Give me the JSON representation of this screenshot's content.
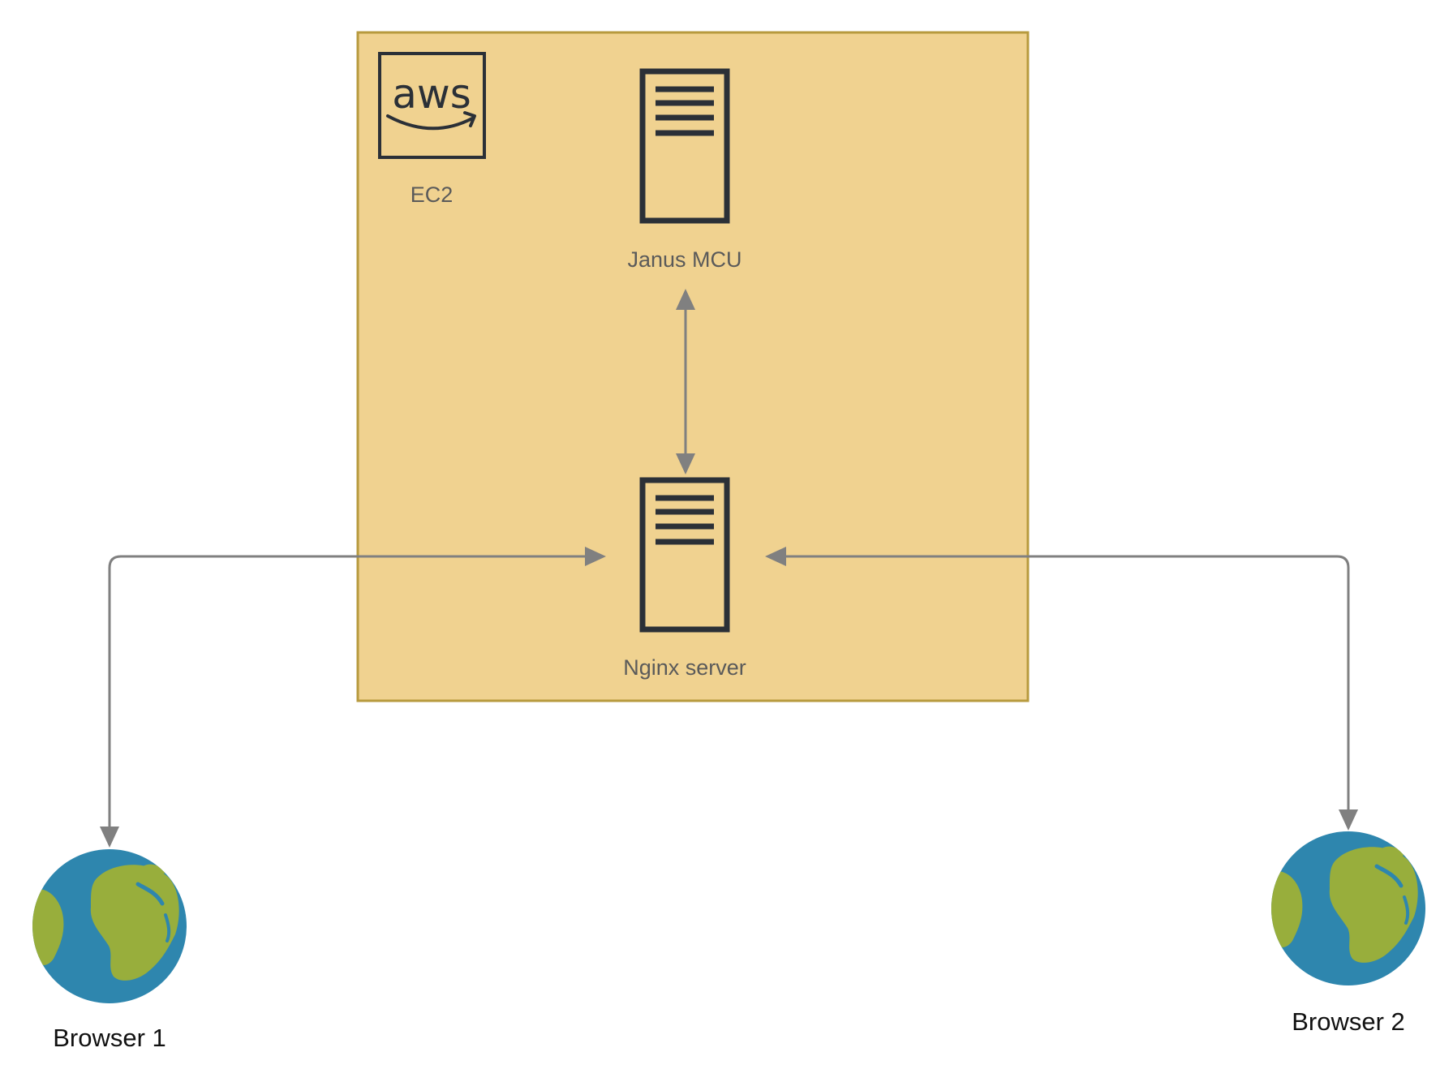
{
  "colors": {
    "ec2_fill": "#f0d290",
    "ec2_border": "#b79a3e",
    "icon_stroke": "#2b3037",
    "connector": "#808080",
    "globe_ocean": "#2e86ae",
    "globe_land": "#98ae3c"
  },
  "ec2": {
    "logo_text": "aws",
    "logo_icon": "aws-logo-icon",
    "label": "EC2"
  },
  "janus": {
    "icon": "server-icon",
    "label": "Janus MCU"
  },
  "nginx": {
    "icon": "server-icon",
    "label": "Nginx server"
  },
  "browser1": {
    "icon": "globe-icon",
    "label": "Browser 1"
  },
  "browser2": {
    "icon": "globe-icon",
    "label": "Browser 2"
  }
}
